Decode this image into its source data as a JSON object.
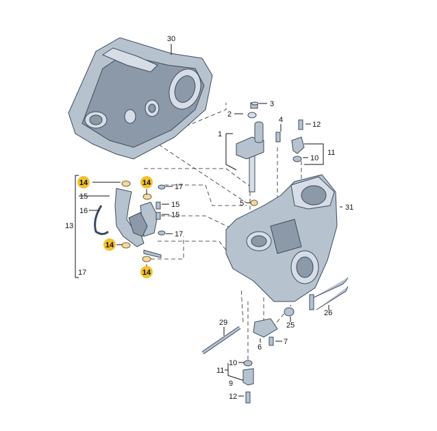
{
  "labels": {
    "p30": "30",
    "p3": "3",
    "p2": "2",
    "p1": "1",
    "p4": "4",
    "p12a": "12",
    "p11a": "11",
    "p10a": "10",
    "p14a": "14",
    "p14b": "14",
    "p14c": "14",
    "p14d": "14",
    "p17a": "17",
    "p17b": "17",
    "p17c": "17",
    "p15a": "15",
    "p15b": "15",
    "p15c": "15",
    "p16": "16",
    "p13": "13",
    "p5": "5",
    "p31": "31",
    "p25": "25",
    "p26": "26",
    "p29": "29",
    "p6": "6",
    "p7": "7",
    "p10b": "10",
    "p11b": "11",
    "p9": "9",
    "p12b": "12"
  },
  "colors": {
    "highlight": "#f2c12e",
    "housing": "#b7c2cf",
    "outline": "#3a4a5c"
  }
}
